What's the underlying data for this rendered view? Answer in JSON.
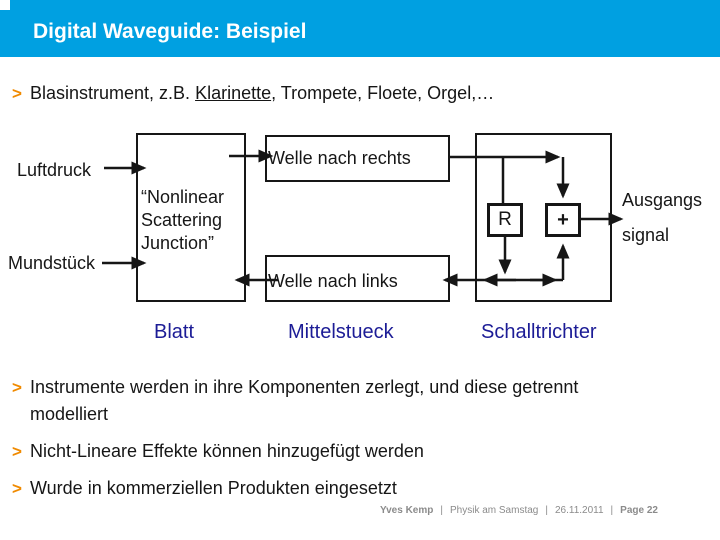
{
  "header": {
    "title": "Digital Waveguide: Beispiel"
  },
  "bullet_glyph": ">",
  "bullet_top": {
    "prefix": "Blasinstrument, z.B. ",
    "underlined": "Klarinette",
    "suffix": ", Trompete, Floete, Orgel,…"
  },
  "diagram": {
    "input_top_label": "Luftdruck",
    "input_bottom_label": "Mundstück",
    "junction_lines": [
      "“Nonlinear",
      "Scattering",
      "Junction”"
    ],
    "wave_right_label": "Welle nach rechts",
    "wave_left_label": "Welle nach links",
    "r_label": "R",
    "plus_label": "+",
    "output_line1": "Ausgangs",
    "output_line2": "signal",
    "section_labels": [
      "Blatt",
      "Mittelstueck",
      "Schalltrichter"
    ]
  },
  "bullets": [
    "Instrumente werden in ihre Komponenten zerlegt, und diese getrennt modelliert",
    "Nicht-Lineare Effekte können hinzugefügt werden",
    "Wurde in kommerziellen Produkten eingesetzt"
  ],
  "footer": {
    "author": "Yves Kemp",
    "separator": "|",
    "event": "Physik am Samstag",
    "date": "26.11.2011",
    "page": "Page 22"
  },
  "colors": {
    "header_blue": "#00A0E1",
    "bullet_orange": "#F08A00",
    "label_navy": "#1C1C96",
    "text_ink": "#161616",
    "footer_gray": "#8B8B8B"
  }
}
